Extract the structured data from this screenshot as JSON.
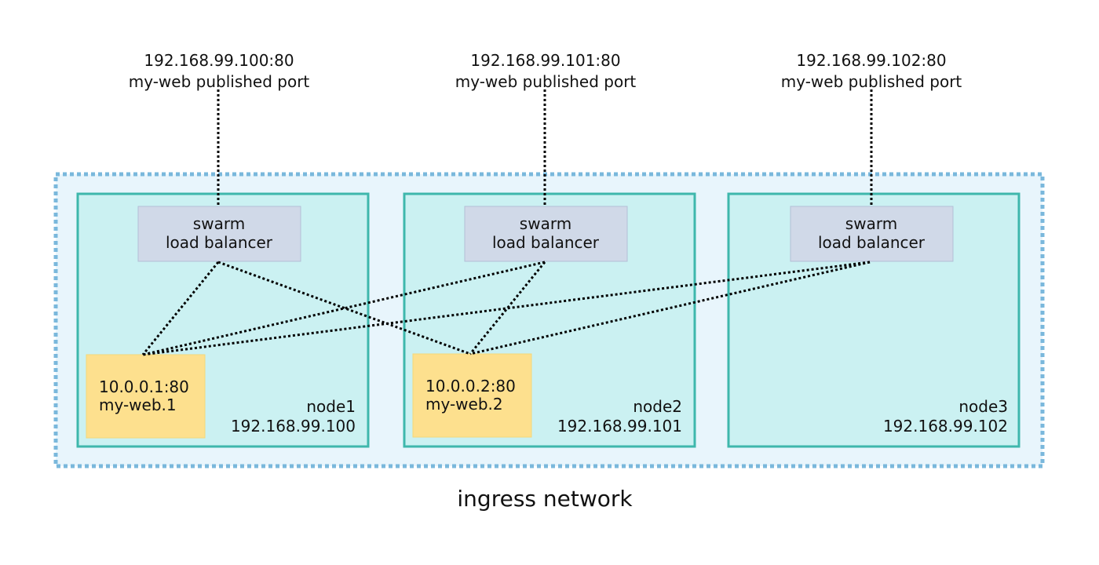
{
  "colors": {
    "network_fill": "#e8f5fc",
    "network_border": "#7ab8dc",
    "node_fill": "#cbf1f2",
    "node_border": "#3eb7ac",
    "lb_fill": "#d0d9e8",
    "lb_border": "#b3c0d6",
    "container_fill": "#fde08e",
    "container_border": "#f3d77a",
    "line": "#000000"
  },
  "ports": [
    {
      "address": "192.168.99.100:80",
      "label": "my-web published port"
    },
    {
      "address": "192.168.99.101:80",
      "label": "my-web published port"
    },
    {
      "address": "192.168.99.102:80",
      "label": "my-web published port"
    }
  ],
  "nodes": [
    {
      "name": "node1",
      "ip": "192.168.99.100",
      "lb_line1": "swarm",
      "lb_line2": "load balancer"
    },
    {
      "name": "node2",
      "ip": "192.168.99.101",
      "lb_line1": "swarm",
      "lb_line2": "load balancer"
    },
    {
      "name": "node3",
      "ip": "192.168.99.102",
      "lb_line1": "swarm",
      "lb_line2": "load balancer"
    }
  ],
  "containers": [
    {
      "address": "10.0.0.1:80",
      "name": "my-web.1",
      "node": "node1"
    },
    {
      "address": "10.0.0.2:80",
      "name": "my-web.2",
      "node": "node2"
    }
  ],
  "network": {
    "label": "ingress network"
  }
}
